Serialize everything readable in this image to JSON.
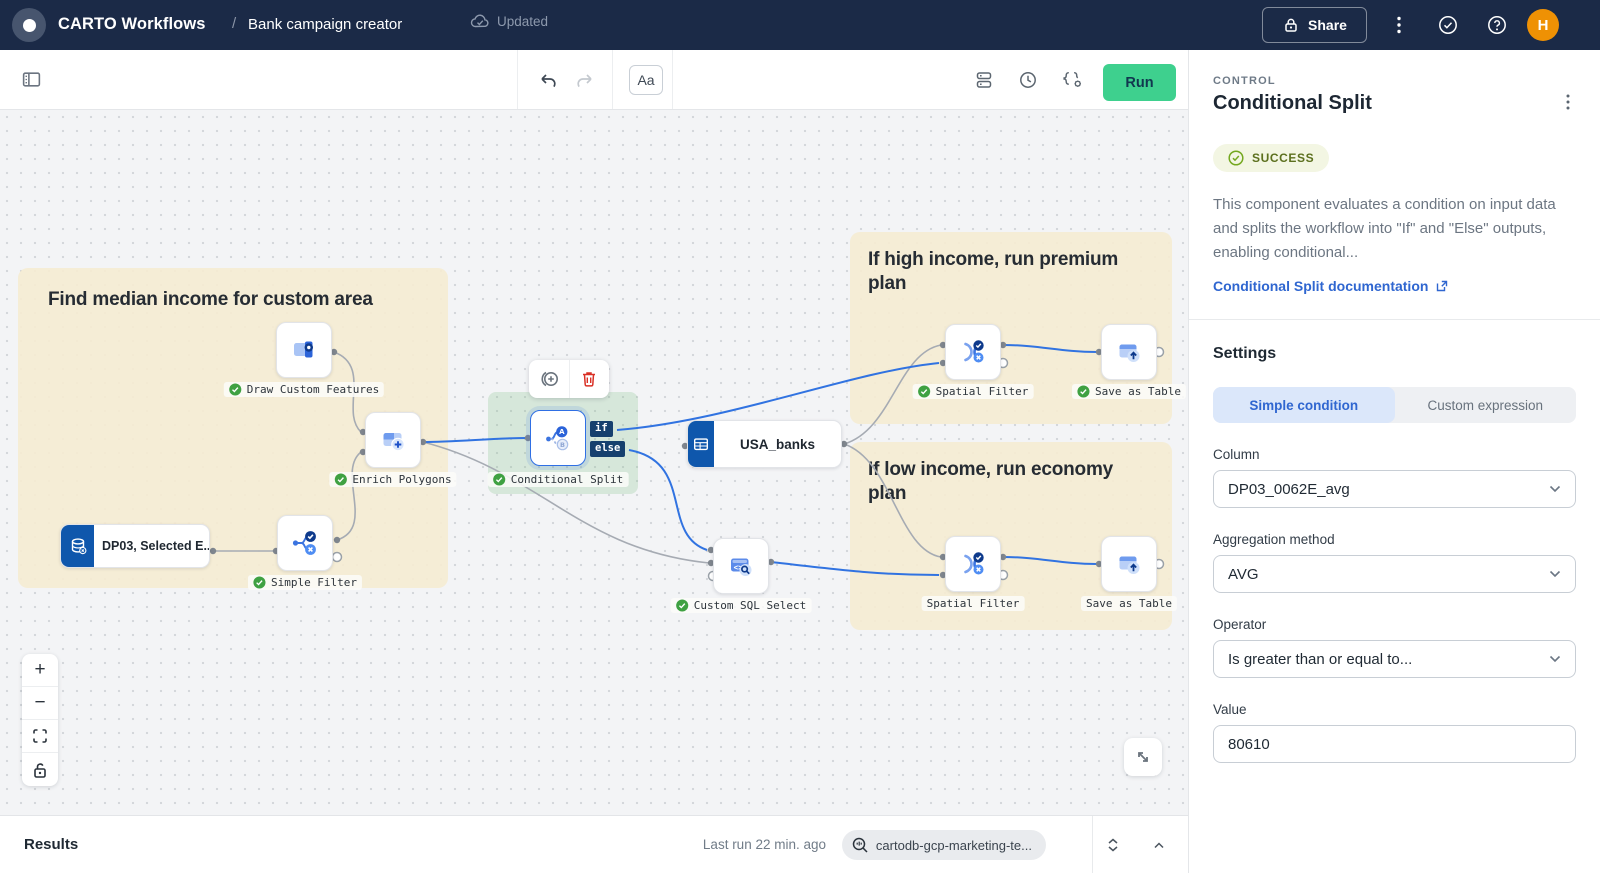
{
  "topbar": {
    "app_title": "CARTO Workflows",
    "breadcrumb_separator": "/",
    "workflow_title": "Bank campaign creator",
    "save_status": "Updated",
    "share_label": "Share",
    "avatar_initial": "H"
  },
  "toolbar": {
    "annotation_label": "Aa",
    "run_label": "Run"
  },
  "canvas": {
    "groups": [
      "Find median income for custom area",
      "If high income, run premium plan",
      "If low income, run economy plan"
    ],
    "nodes": {
      "draw_custom_features": {
        "label": "Draw Custom Features"
      },
      "enrich_polygons": {
        "label": "Enrich Polygons"
      },
      "dp03_table": {
        "label": "DP03, Selected E..."
      },
      "simple_filter": {
        "label": "Simple Filter"
      },
      "conditional_split": {
        "label": "Conditional Split",
        "if_label": "if",
        "else_label": "else"
      },
      "usa_banks": {
        "label": "USA_banks"
      },
      "custom_sql_select": {
        "label": "Custom SQL Select"
      },
      "spatial_filter_top": {
        "label": "Spatial Filter"
      },
      "save_as_table_top": {
        "label": "Save as Table"
      },
      "spatial_filter_bottom": {
        "label": "Spatial Filter"
      },
      "save_as_table_bottom": {
        "label": "Save as Table"
      }
    }
  },
  "panel": {
    "kicker": "CONTROL",
    "title": "Conditional Split",
    "status": "SUCCESS",
    "description": "This component evaluates a condition on input data and splits the workflow into \"If\" and \"Else\" outputs, enabling conditional...",
    "doc_link": "Conditional Split documentation",
    "settings_title": "Settings",
    "tabs": [
      "Simple condition",
      "Custom expression"
    ],
    "fields": [
      {
        "label": "Column",
        "value": "DP03_0062E_avg"
      },
      {
        "label": "Aggregation method",
        "value": "AVG"
      },
      {
        "label": "Operator",
        "value": "Is greater than or equal to..."
      },
      {
        "label": "Value",
        "value": "80610"
      }
    ]
  },
  "bottombar": {
    "results_label": "Results",
    "last_run": "Last run 22 min. ago",
    "connection": "cartodb-gcp-marketing-te..."
  },
  "colors": {
    "topbar_bg": "#1b2a47",
    "run_green": "#3ed08e",
    "edge_blue": "#3173e1",
    "edge_gray": "#a6abb3",
    "annotation_tan": "#f5edd6",
    "selection_green": "#e1efe2",
    "node_band_blue": "#0f57ac",
    "badge_navy": "#16406e",
    "success_green": "#74a81f",
    "link_blue": "#2f66d0",
    "avatar_orange": "#ef9104"
  }
}
